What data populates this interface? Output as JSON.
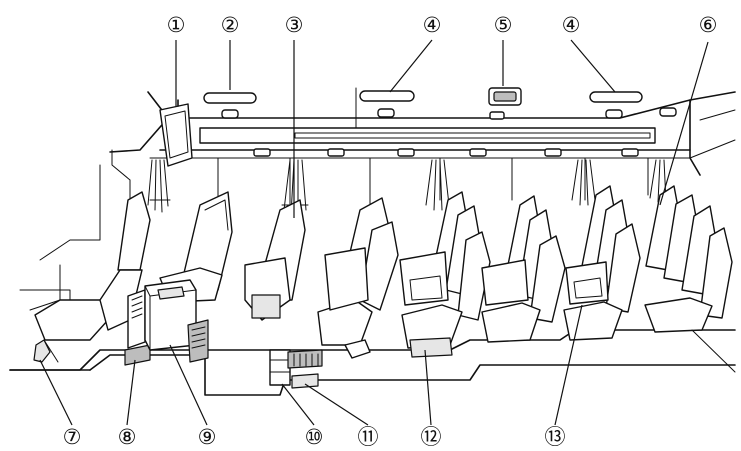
{
  "callouts": {
    "c1": "①",
    "c2": "②",
    "c3": "③",
    "c4a": "④",
    "c5": "⑤",
    "c4b": "④",
    "c6": "⑥",
    "c7": "⑦",
    "c8": "⑧",
    "c9": "⑨",
    "c10": "⑩",
    "c11": "⑪",
    "c12": "⑫",
    "c13": "⑬"
  },
  "colors": {
    "line": "#111111",
    "background": "#ffffff",
    "shade": "#e6e6e6"
  }
}
